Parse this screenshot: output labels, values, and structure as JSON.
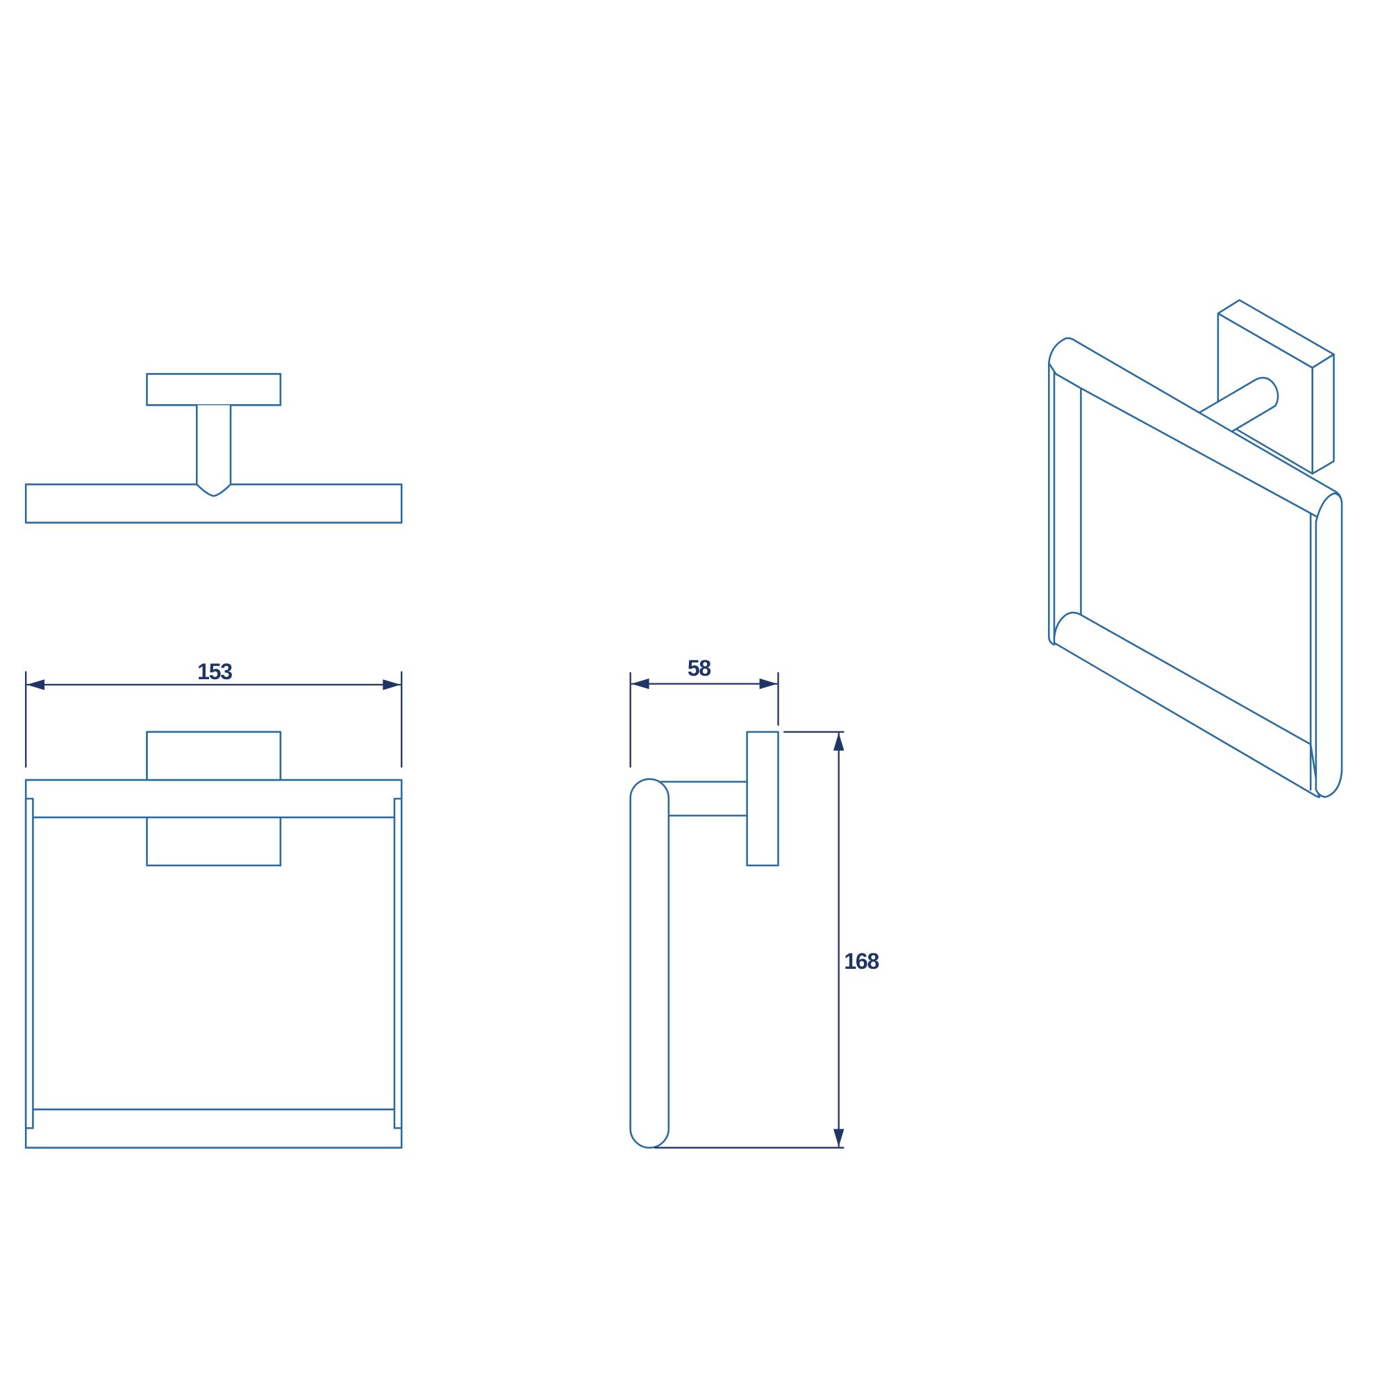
{
  "drawing": {
    "subject": "Square towel ring - technical drawing",
    "colors": {
      "part_stroke": "#2b6aa1",
      "dimension": "#1f3566",
      "background": "#ffffff"
    },
    "views": [
      {
        "name": "top-view"
      },
      {
        "name": "front-view"
      },
      {
        "name": "side-view"
      },
      {
        "name": "isometric-view"
      }
    ],
    "dimensions": {
      "width": {
        "value": "153",
        "unit": "mm",
        "view": "front-view"
      },
      "depth": {
        "value": "58",
        "unit": "mm",
        "view": "side-view"
      },
      "height": {
        "value": "168",
        "unit": "mm",
        "view": "side-view"
      }
    }
  }
}
